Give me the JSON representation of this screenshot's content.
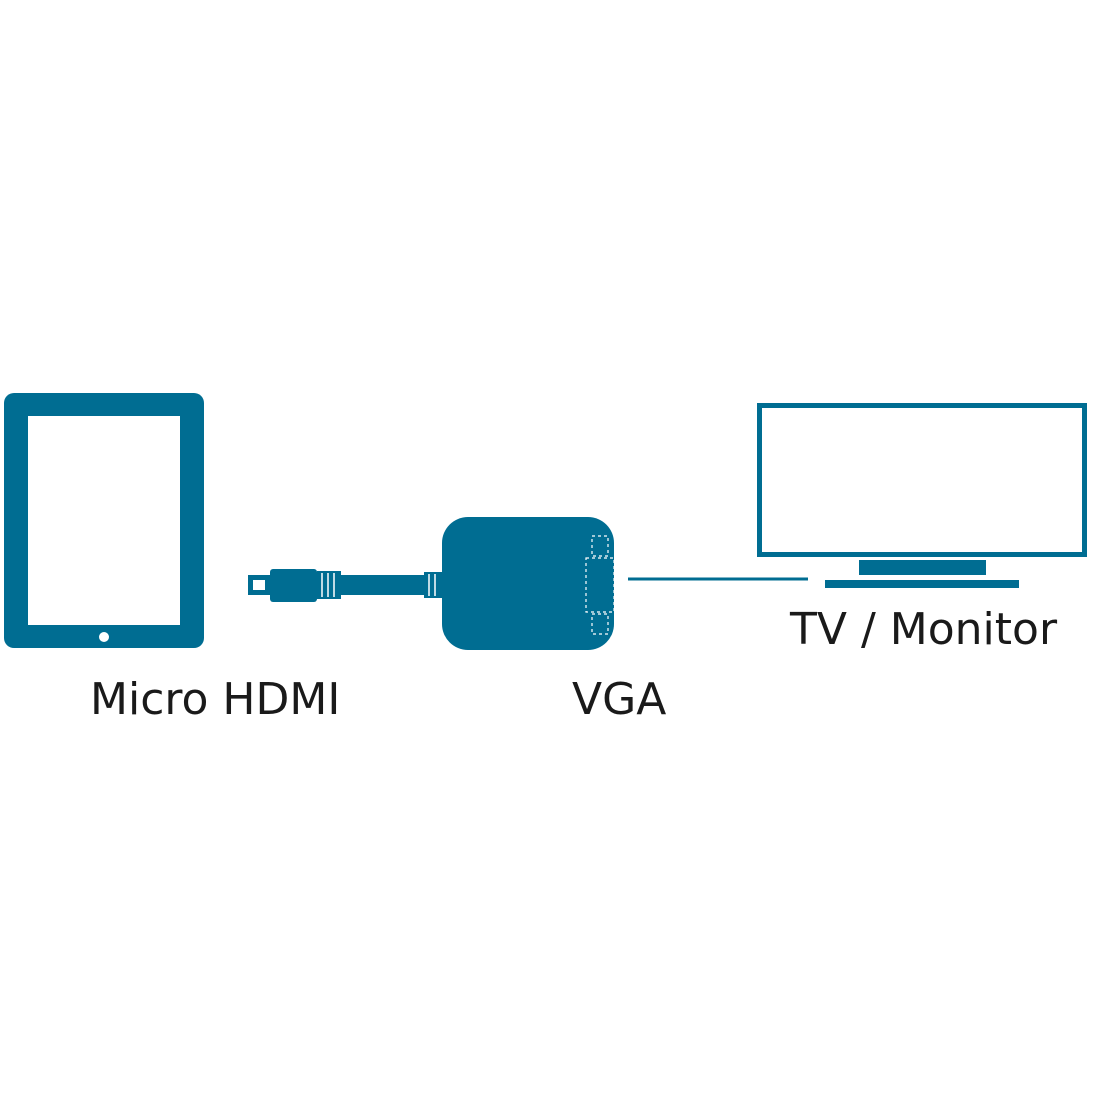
{
  "colors": {
    "accent": "#006d92",
    "background": "#ffffff",
    "text": "#1a1a1a"
  },
  "labels": {
    "tablet": "Micro HDMI",
    "adapter": "VGA",
    "monitor": "TV / Monitor"
  },
  "icons": [
    "tablet-icon",
    "micro-hdmi-plug-icon",
    "adapter-icon",
    "monitor-icon"
  ]
}
